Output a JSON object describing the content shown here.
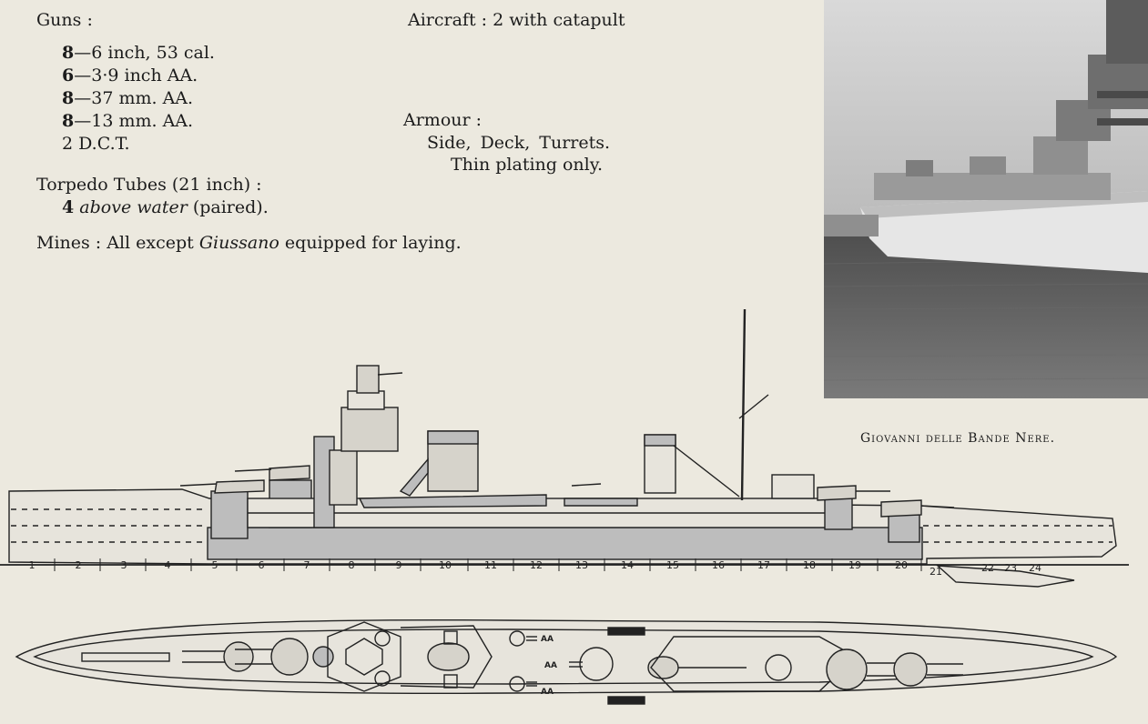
{
  "specs": {
    "guns_heading": "Guns :",
    "guns": [
      {
        "count": "8",
        "desc": "—6 inch, 53 cal."
      },
      {
        "count": "6",
        "desc": "—3·9 inch AA."
      },
      {
        "count": "8",
        "desc": "—37 mm. AA."
      },
      {
        "count": "8",
        "desc": "—13 mm. AA."
      }
    ],
    "dct": "2 D.C.T.",
    "aircraft": "Aircraft : 2 with catapult",
    "armour_heading": "Armour :",
    "armour_line1": "Side, Deck, Turrets.",
    "armour_line2": "Thin plating only.",
    "torpedo_heading": "Torpedo Tubes (21 inch) :",
    "torpedo_count": "4",
    "torpedo_location": "above water",
    "torpedo_note": "(paired).",
    "mines_prefix": "Mines : All except",
    "mines_ship": "Giussano",
    "mines_suffix": "equipped for laying."
  },
  "photo": {
    "caption": "Giovanni delle Bande Nere."
  },
  "profile": {
    "frame_numbers": [
      "1",
      "2",
      "3",
      "4",
      "5",
      "6",
      "7",
      "8",
      "9",
      "10",
      "11",
      "12",
      "13",
      "14",
      "15",
      "16",
      "17",
      "18",
      "19",
      "20",
      "21"
    ],
    "stern_labels": [
      "22",
      "23",
      "24"
    ]
  },
  "plan": {
    "aa_labels": [
      "AA",
      "AA",
      "AA"
    ]
  },
  "colors": {
    "paper": "#ece9df",
    "ink": "#1c1c1c",
    "armour_shade": "#bdbdbd",
    "hull_light": "#e7e4dc",
    "photo_sea": "#5c5c5c"
  }
}
